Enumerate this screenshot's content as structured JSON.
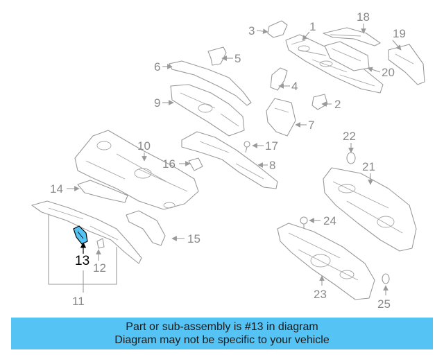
{
  "diagram": {
    "labels": [
      "1",
      "2",
      "3",
      "4",
      "5",
      "6",
      "7",
      "8",
      "9",
      "10",
      "11",
      "12",
      "13",
      "14",
      "15",
      "16",
      "17",
      "18",
      "19",
      "20",
      "21",
      "22",
      "23",
      "24",
      "25"
    ],
    "highlight_label": "13",
    "highlight_color": "#55c3f4"
  },
  "banner": {
    "line1": "Part or sub-assembly is #13 in diagram",
    "line2": "Diagram may not be specific to your vehicle",
    "color": "#55c3f4"
  }
}
